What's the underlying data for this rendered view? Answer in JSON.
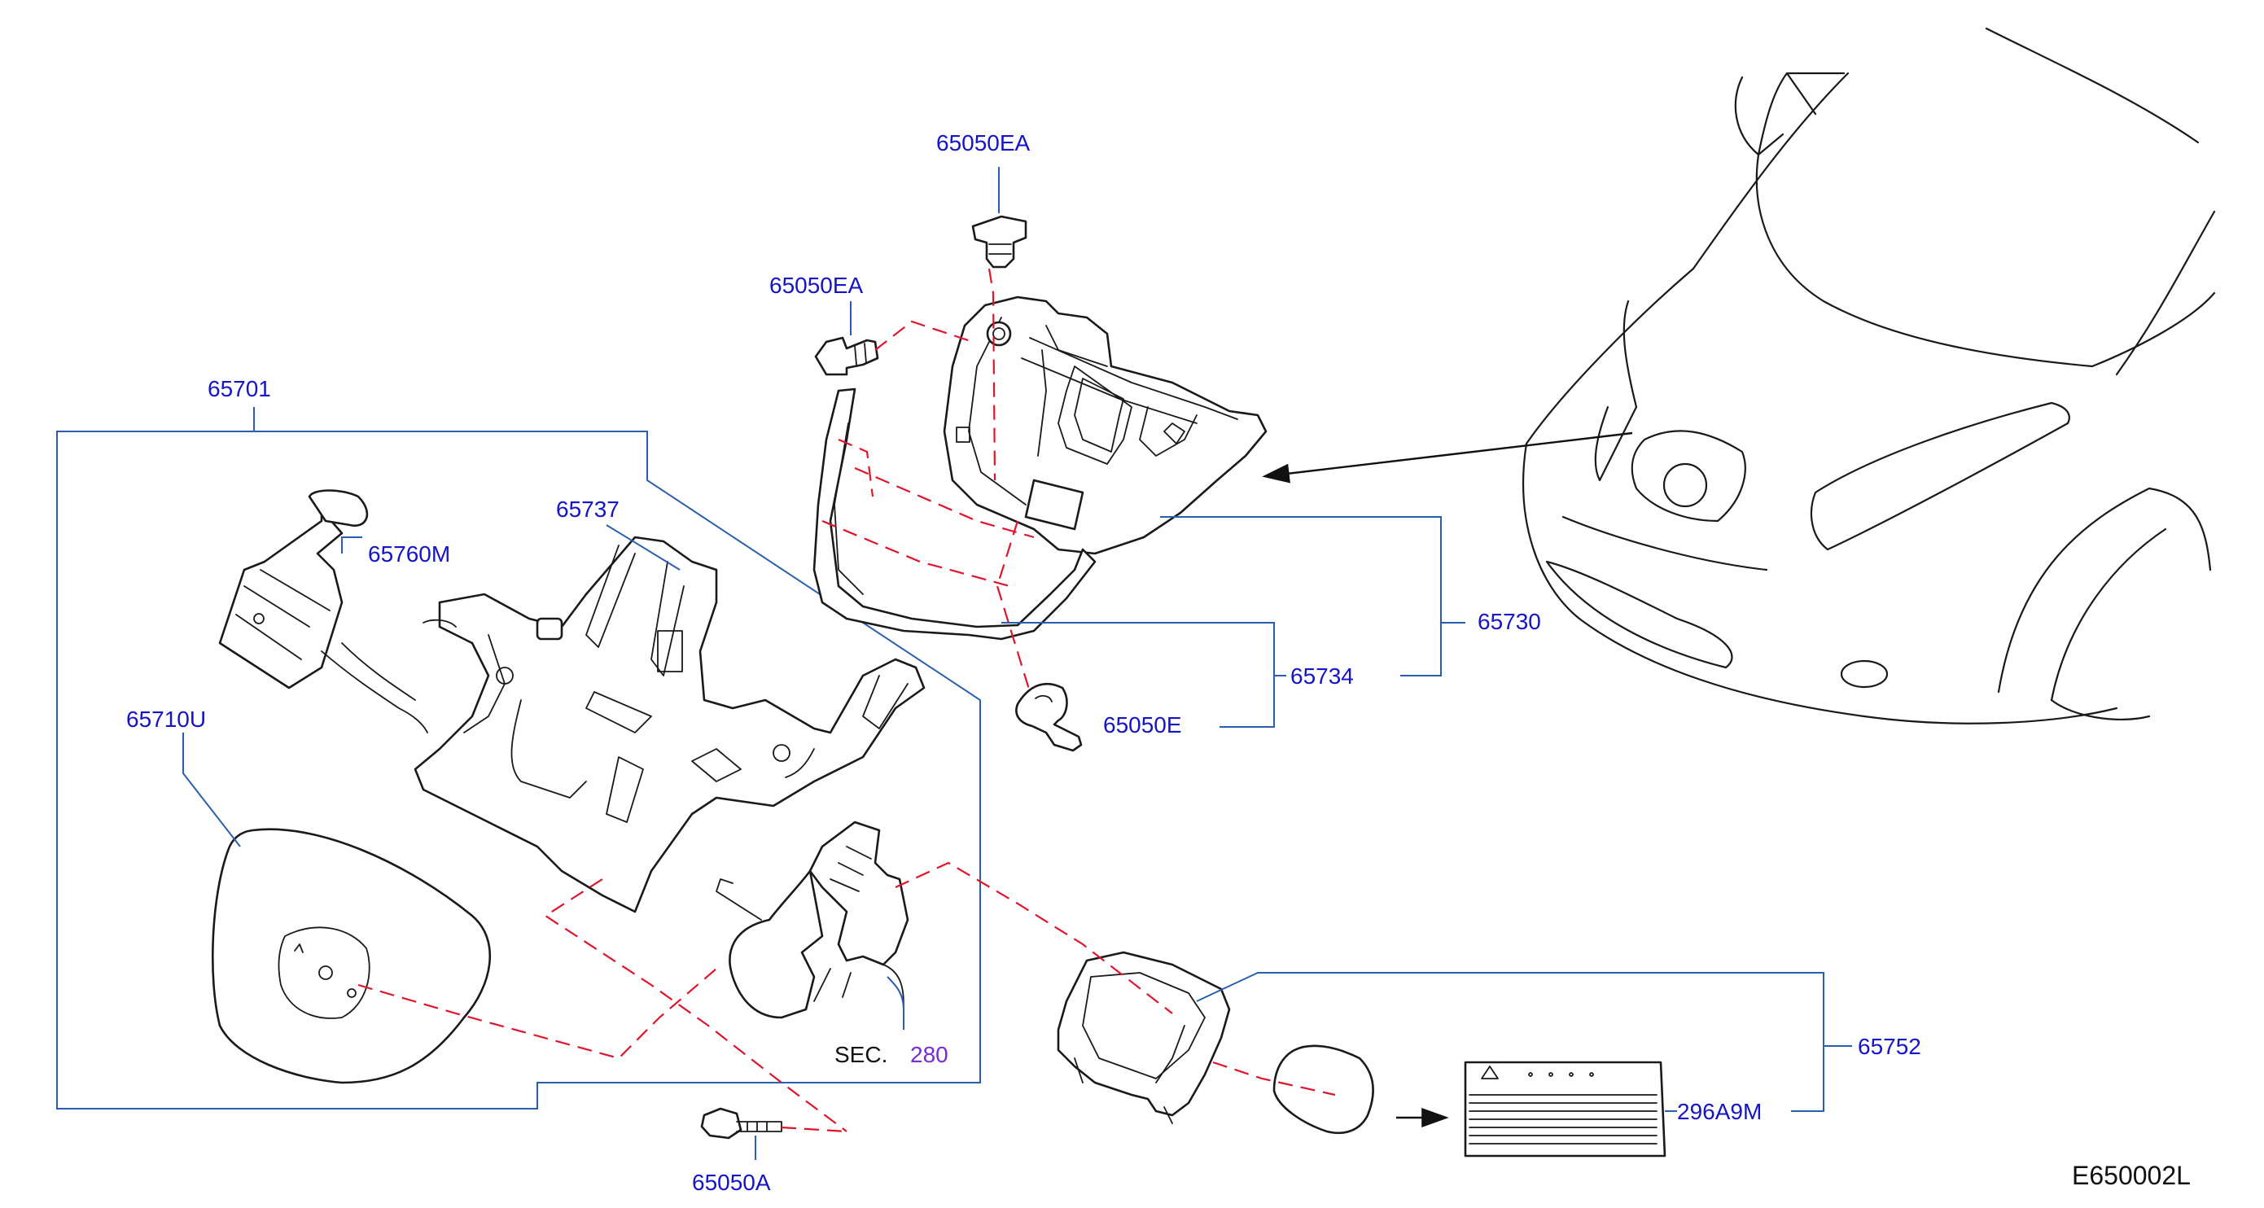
{
  "labels": {
    "clip_top": "65050EA",
    "clip_left": "65050EA",
    "assembly": "65701",
    "handle_assy": "65760M",
    "hinge_frame": "65737",
    "cover_left": "65710U",
    "lid_panel": "65730",
    "seal_frame": "65734",
    "grommet": "65050E",
    "sec_word": "SEC.",
    "sec_num": "280",
    "port_housing": "65752",
    "warning_label": "296A9M",
    "bolt": "65050A",
    "diagram_code": "E650002L"
  },
  "colors": {
    "part_label": "#1414c8",
    "leader_line": "#2a5fb0",
    "reference_dash": "#e0142a",
    "section_number": "#7a2ad6",
    "outline": "#1a1a1a"
  }
}
